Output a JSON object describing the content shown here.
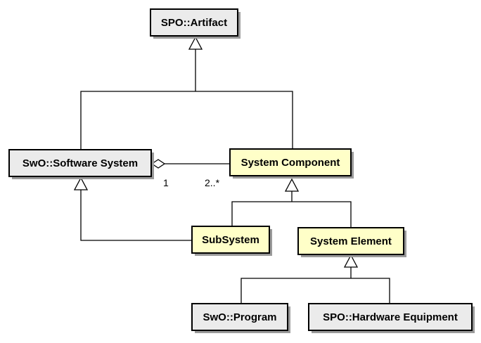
{
  "colors": {
    "external_class_fill": "#ebebeb",
    "domain_class_fill": "#ffffc8",
    "shadow": "#9a9a9a",
    "stroke": "#000000"
  },
  "nodes": {
    "spo_artifact": {
      "label": "SPO::Artifact",
      "kind": "external"
    },
    "swo_software_system": {
      "label": "SwO::Software System",
      "kind": "external"
    },
    "system_component": {
      "label": "System Component",
      "kind": "domain"
    },
    "subsystem": {
      "label": "SubSystem",
      "kind": "domain"
    },
    "system_element": {
      "label": "System Element",
      "kind": "domain"
    },
    "swo_program": {
      "label": "SwO::Program",
      "kind": "external"
    },
    "spo_hardware_equipment": {
      "label": "SPO::Hardware Equipment",
      "kind": "external"
    }
  },
  "aggregation": {
    "whole": "swo_software_system",
    "part": "system_component",
    "whole_multiplicity": "1",
    "part_multiplicity": "2..*"
  },
  "generalizations": [
    {
      "parent": "spo_artifact",
      "children": [
        "swo_software_system",
        "system_component"
      ]
    },
    {
      "parent": "system_component",
      "children": [
        "subsystem",
        "system_element"
      ]
    },
    {
      "parent": "swo_software_system",
      "children": [
        "subsystem"
      ]
    },
    {
      "parent": "system_element",
      "children": [
        "swo_program",
        "spo_hardware_equipment"
      ]
    }
  ]
}
